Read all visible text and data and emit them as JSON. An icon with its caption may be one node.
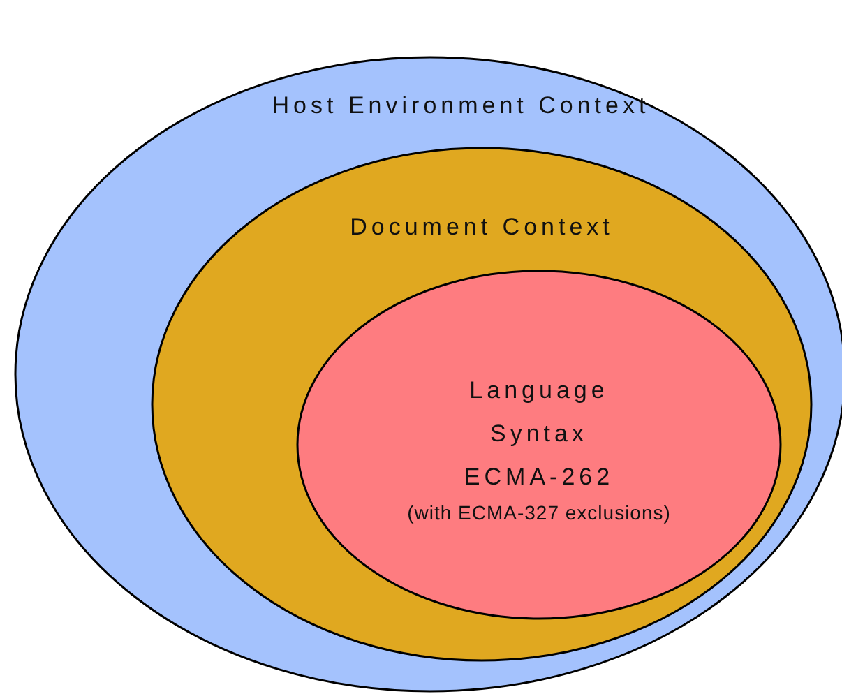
{
  "diagram": {
    "nodes": [
      {
        "text": [
          "Host Environment Context"
        ]
      },
      {
        "text": [
          "Document Context"
        ],
        "in": 0
      },
      {
        "text": [
          "Language",
          "Syntax",
          "ECMA-262",
          "(with ECMA-327 exclusions)"
        ],
        "in": 1
      }
    ]
  }
}
